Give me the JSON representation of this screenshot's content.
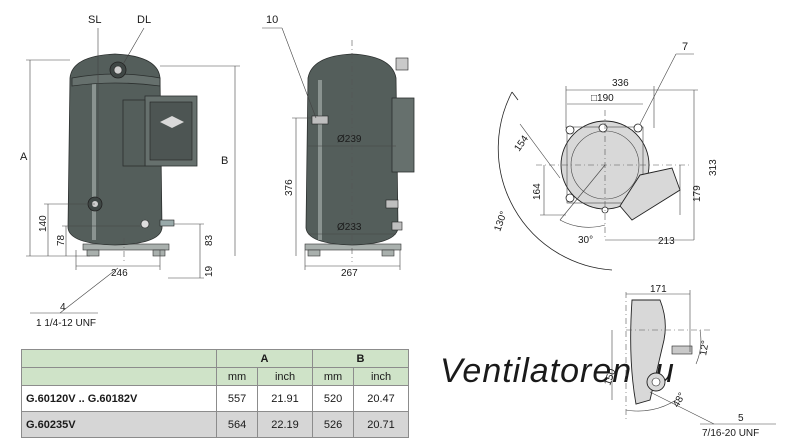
{
  "labels": {
    "sl": "SL",
    "dl": "DL",
    "ten": "10",
    "seven": "7",
    "a": "A",
    "b": "B",
    "four": "4",
    "thread4": "1 1/4-12 UNF",
    "five": "5",
    "thread5": "7/16-20 UNF"
  },
  "dims": {
    "d140": "140",
    "d78": "78",
    "d83": "83",
    "d19": "19",
    "d246": "246",
    "d376": "376",
    "d239": "Ø239",
    "d233": "Ø233",
    "d267": "267",
    "d336": "336",
    "d190": "□190",
    "d154": "154",
    "d164": "164",
    "d313": "313",
    "d179": "179",
    "d213": "213",
    "d30": "30°",
    "d130": "130°",
    "d171": "171",
    "d150": "150",
    "d12": "12°",
    "d48": "48°"
  },
  "watermark": "Ventilatoren.ru",
  "table": {
    "header_a": "A",
    "header_b": "B",
    "unit_mm": "mm",
    "unit_inch": "inch",
    "rows": [
      {
        "model": "G.60120V .. G.60182V",
        "a_mm": "557",
        "a_inch": "21.91",
        "b_mm": "520",
        "b_inch": "20.47"
      },
      {
        "model": "G.60235V",
        "a_mm": "564",
        "a_inch": "22.19",
        "b_mm": "526",
        "b_inch": "20.71"
      }
    ]
  },
  "colors": {
    "compressor_body": "#545e5b",
    "table_header": "#cfe3c8",
    "table_row_alt": "#d6d6d6"
  }
}
